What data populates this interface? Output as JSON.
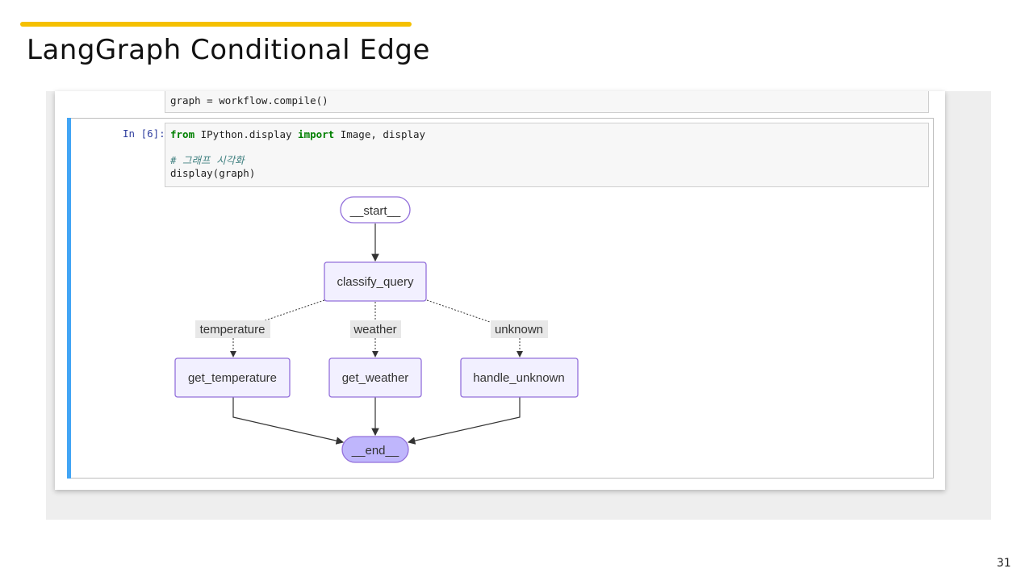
{
  "slide": {
    "title": "LangGraph Conditional Edge",
    "page_number": "31",
    "accent_color": "#f5c000"
  },
  "notebook": {
    "cell_prev": {
      "line": "graph = workflow.compile()"
    },
    "cell_current": {
      "prompt": "In [6]:",
      "lines": {
        "l1_kw1": "from",
        "l1_mod": " IPython.display ",
        "l1_kw2": "import",
        "l1_rest": " Image, display",
        "l3_comment": "# 그래프 시각화",
        "l4": "display(graph)"
      }
    },
    "graph": {
      "nodes": {
        "start": "__start__",
        "classify": "classify_query",
        "get_temperature": "get_temperature",
        "get_weather": "get_weather",
        "handle_unknown": "handle_unknown",
        "end": "__end__"
      },
      "edge_labels": {
        "temperature": "temperature",
        "weather": "weather",
        "unknown": "unknown"
      },
      "colors": {
        "node_fill": "#f2f0ff",
        "node_stroke": "#9370db",
        "end_fill": "#bfb6fc",
        "label_bg": "#e8e8e8"
      }
    }
  }
}
